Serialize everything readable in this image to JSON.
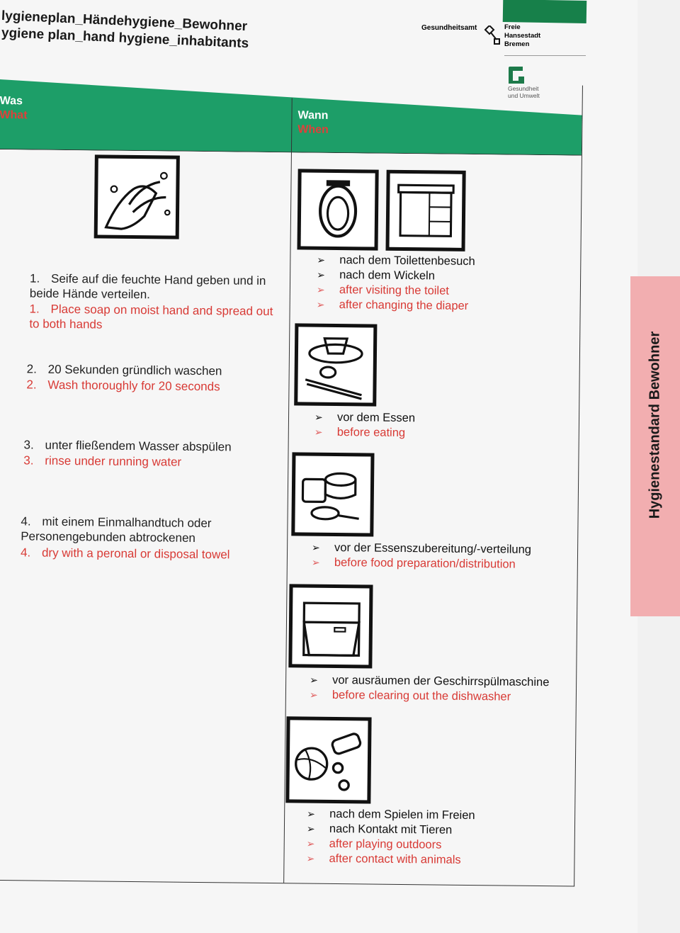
{
  "header": {
    "title_de": "lygieneplan_Händehygiene_Bewohner",
    "title_en": "ygiene plan_hand hygiene_inhabitants",
    "org": "Gesundheitsamt",
    "city": [
      "Freie",
      "Hansestadt",
      "Bremen"
    ],
    "dept": [
      "Gesundheit",
      "und Umwelt"
    ]
  },
  "table": {
    "col_what_de": "Was",
    "col_what_en": "What",
    "col_when_de": "Wann",
    "col_when_en": "When"
  },
  "steps": [
    {
      "n": "1.",
      "de": "Seife auf die feuchte Hand geben und in beide Hände verteilen.",
      "n_en": "1.",
      "en": "Place soap on moist hand and spread out to both hands"
    },
    {
      "n": "2.",
      "de": "20 Sekunden gründlich waschen",
      "n_en": "2.",
      "en": "Wash thoroughly for 20 seconds"
    },
    {
      "n": "3.",
      "de": "unter fließendem Wasser abspülen",
      "n_en": "3.",
      "en": "rinse under running water"
    },
    {
      "n": "4.",
      "de": "mit einem Einmalhandtuch oder Personengebunden abtrockenen",
      "n_en": "4.",
      "en": "dry with a peronal or disposal towel"
    }
  ],
  "when": [
    {
      "de": [
        "nach dem Toilettenbesuch",
        "nach dem Wickeln"
      ],
      "en": [
        "after visiting the toilet",
        "after changing the diaper"
      ]
    },
    {
      "de": [
        "vor dem Essen"
      ],
      "en": [
        "before eating"
      ]
    },
    {
      "de": [
        "vor der Essenszubereitung/-verteilung"
      ],
      "en": [
        "before food preparation/distribution"
      ]
    },
    {
      "de": [
        "vor ausräumen der Geschirrspülmaschine"
      ],
      "en": [
        "before clearing out the dishwasher"
      ]
    },
    {
      "de": [
        "nach dem Spielen im Freien",
        "nach Kontakt  mit Tieren"
      ],
      "en": [
        "after playing outdoors",
        "after contact with animals"
      ]
    }
  ],
  "side_tab": "Hygienestandard Bewohner",
  "colors": {
    "green": "#1d9e68",
    "red": "#d83a35",
    "tab": "#f2aeb0"
  }
}
